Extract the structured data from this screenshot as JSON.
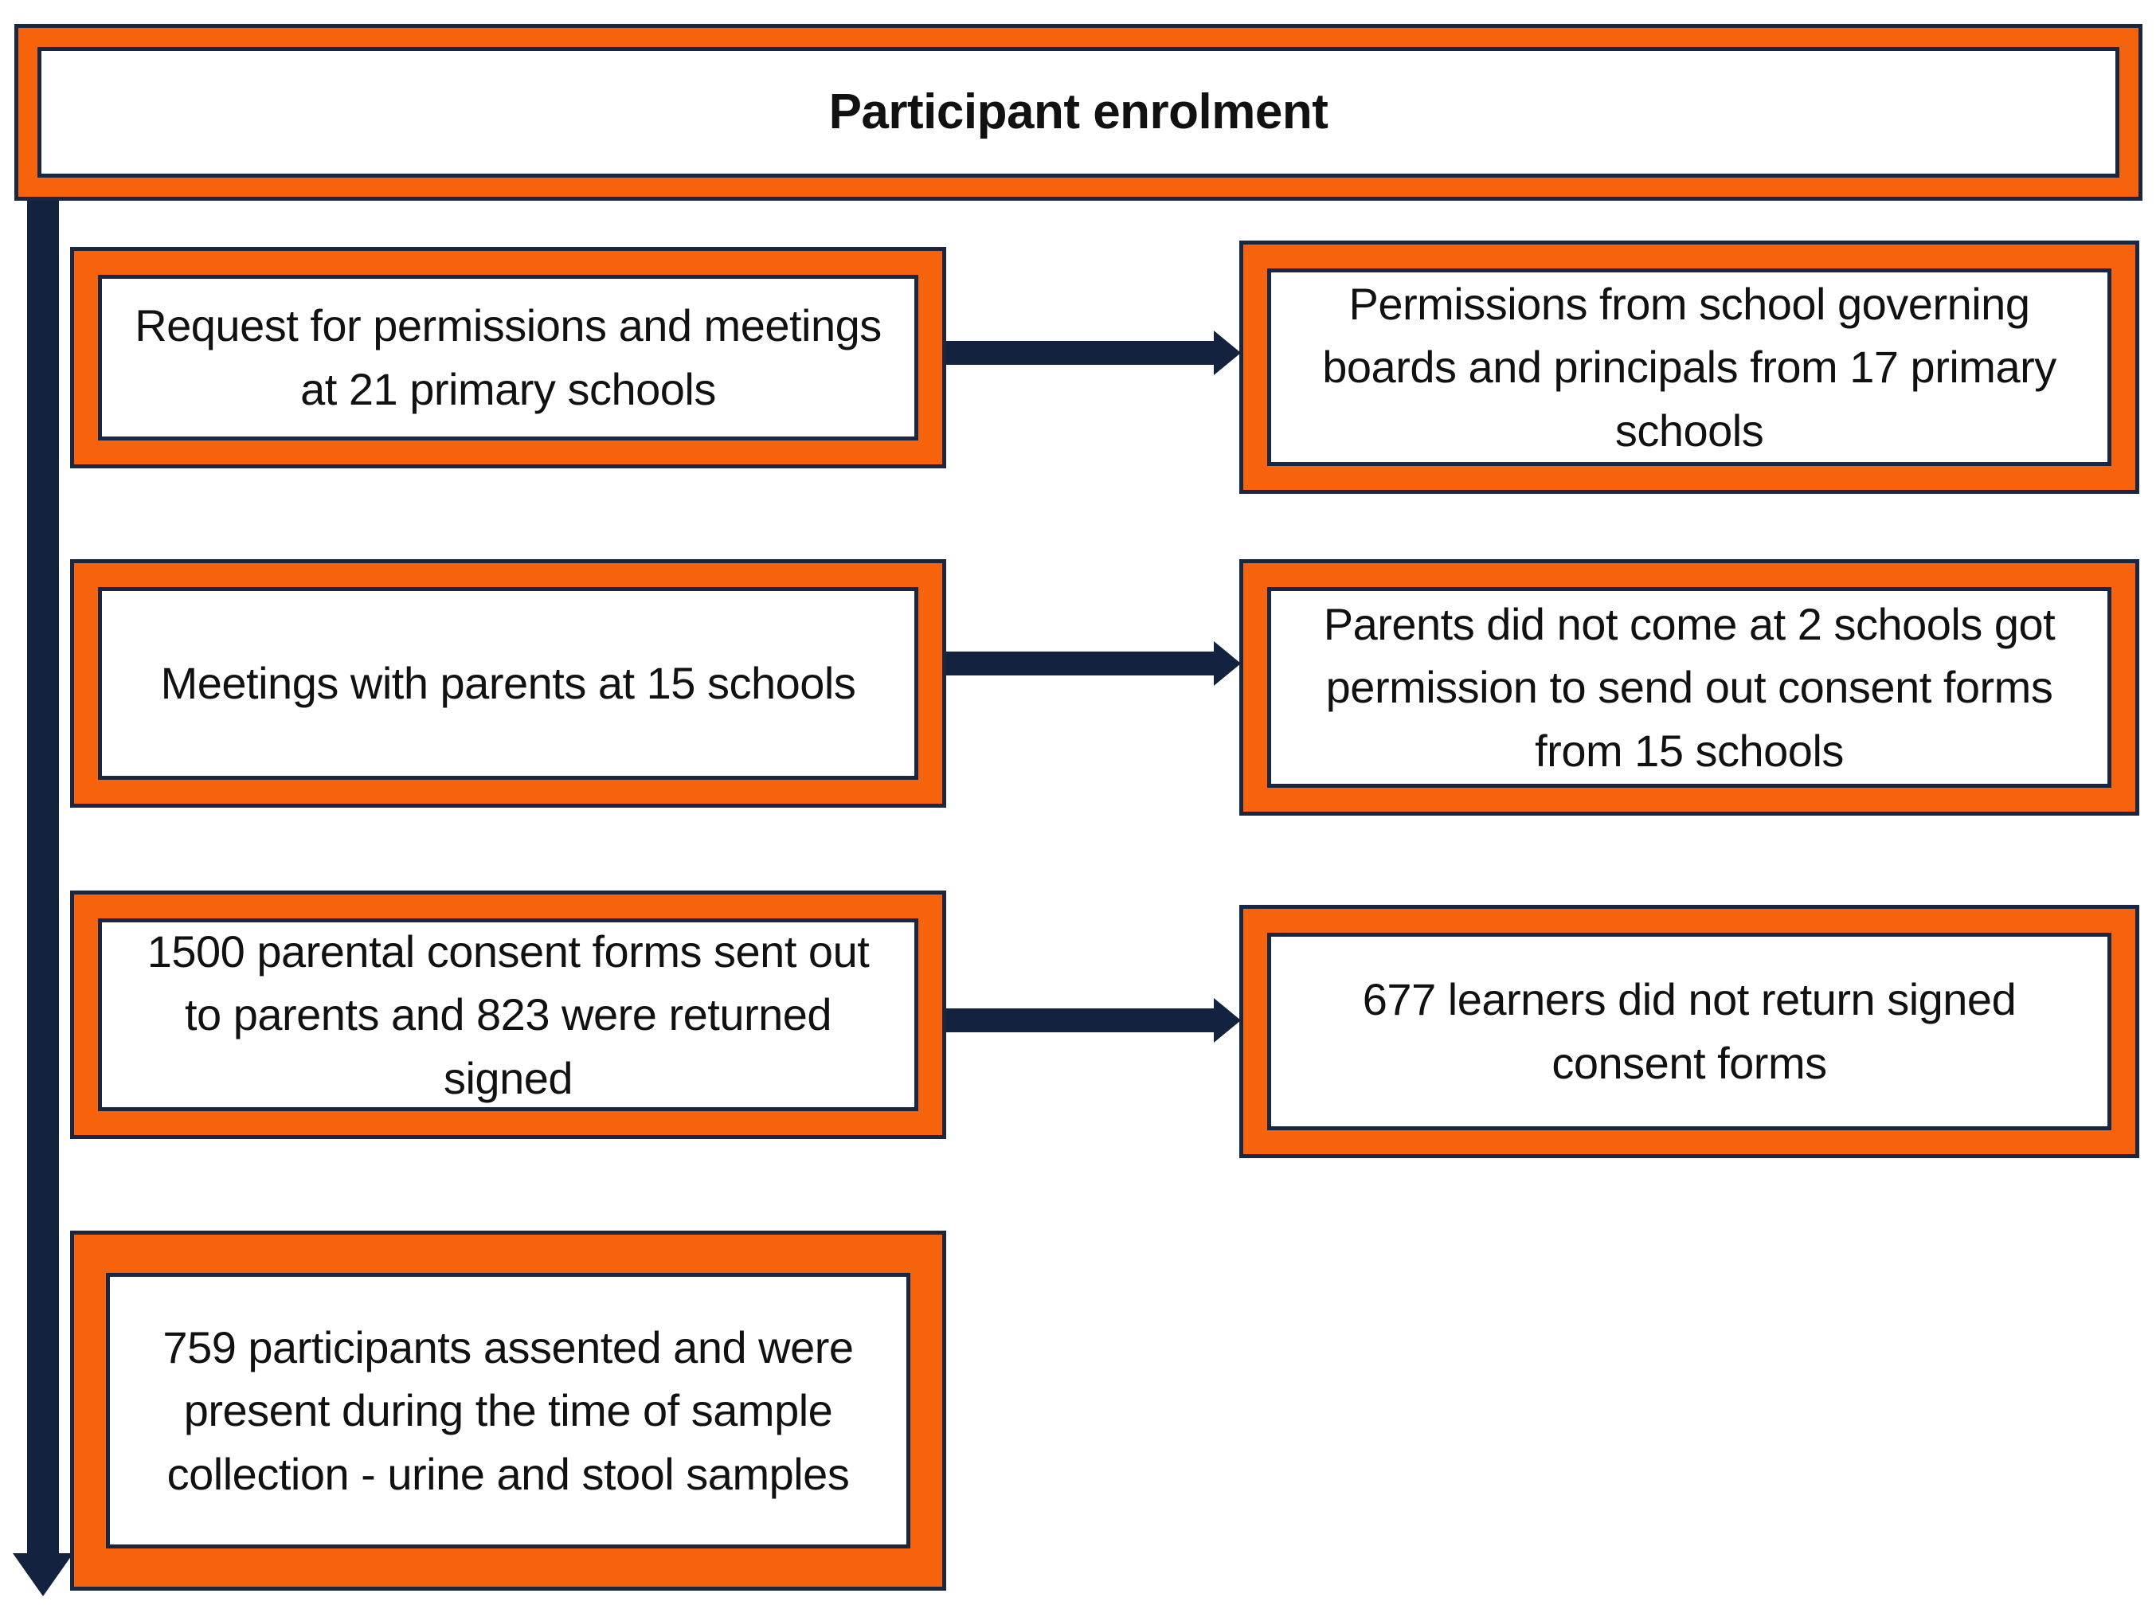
{
  "title": "Participant enrolment",
  "steps": [
    "Request for permissions and meetings at 21 primary schools",
    "Meetings with parents at 15 schools",
    "1500 parental consent forms sent out to parents and 823 were returned signed",
    "759 participants assented and were present during the time of sample collection - urine and stool samples"
  ],
  "outcomes": [
    "Permissions from school governing boards and principals from 17 primary schools",
    "Parents did not come at 2 schools got permission to send out consent forms from 15 schools",
    "677 learners did not return signed consent forms"
  ],
  "colors": {
    "frame": "#f7630c",
    "arrow": "#13233f",
    "box": "#ffffff",
    "outline": "#1a2740"
  }
}
